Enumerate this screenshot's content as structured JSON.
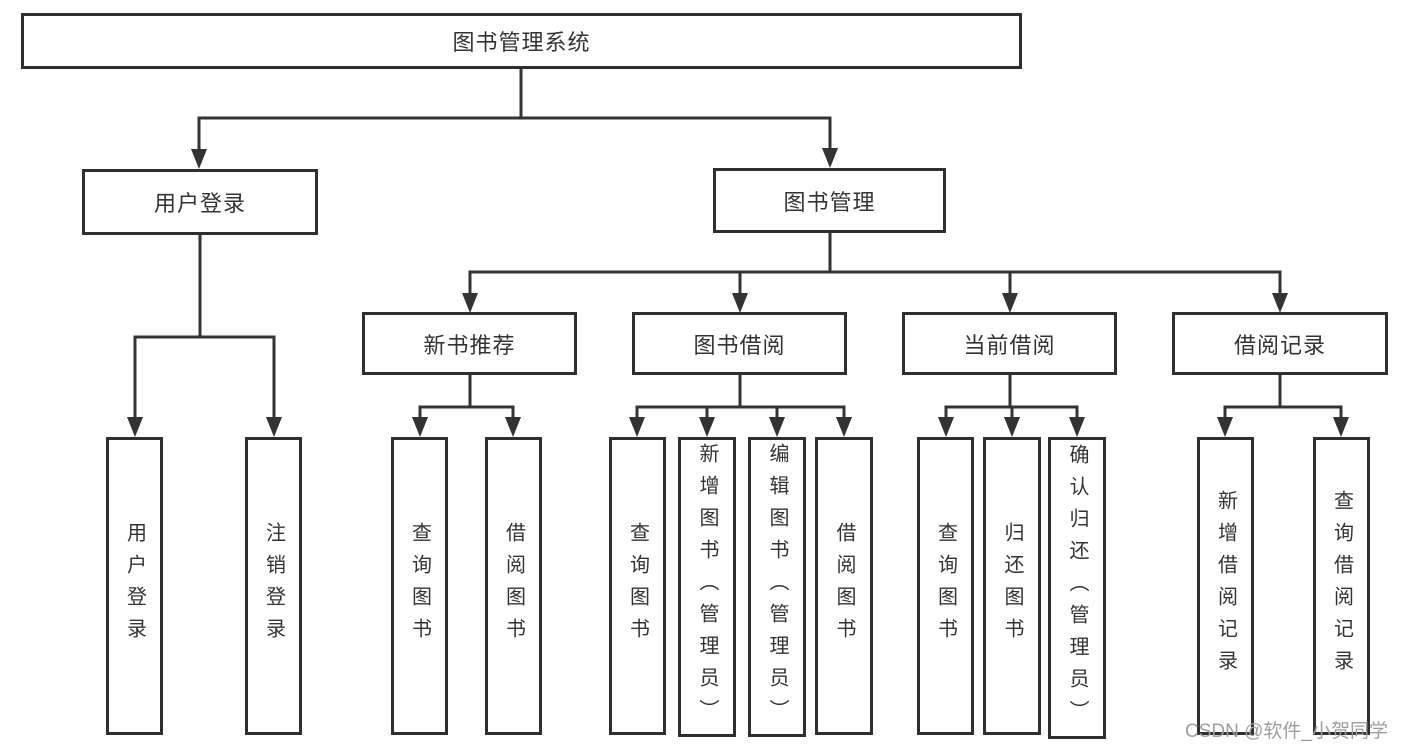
{
  "nodes": {
    "root": {
      "label": "图书管理系统"
    },
    "level2": [
      {
        "label": "用户登录"
      },
      {
        "label": "图书管理"
      }
    ],
    "level3": [
      {
        "label": "新书推荐"
      },
      {
        "label": "图书借阅"
      },
      {
        "label": "当前借阅"
      },
      {
        "label": "借阅记录"
      }
    ],
    "leaves": [
      {
        "label": "用户登录"
      },
      {
        "label": "注销登录"
      },
      {
        "label": "查询图书"
      },
      {
        "label": "借阅图书"
      },
      {
        "label": "查询图书"
      },
      {
        "label": "新增图书（管理员）"
      },
      {
        "label": "编辑图书（管理员）"
      },
      {
        "label": "借阅图书"
      },
      {
        "label": "查询图书"
      },
      {
        "label": "归还图书"
      },
      {
        "label": "确认归还（管理员）"
      },
      {
        "label": "新增借阅记录"
      },
      {
        "label": "查询借阅记录"
      }
    ]
  },
  "watermark": {
    "text": "CSDN @软件_小贺同学"
  },
  "colors": {
    "line": "#333333",
    "box_border": "#2f2f2f",
    "box_bg": "#ffffff",
    "text": "#333333",
    "watermark": "#9e9e9e"
  }
}
